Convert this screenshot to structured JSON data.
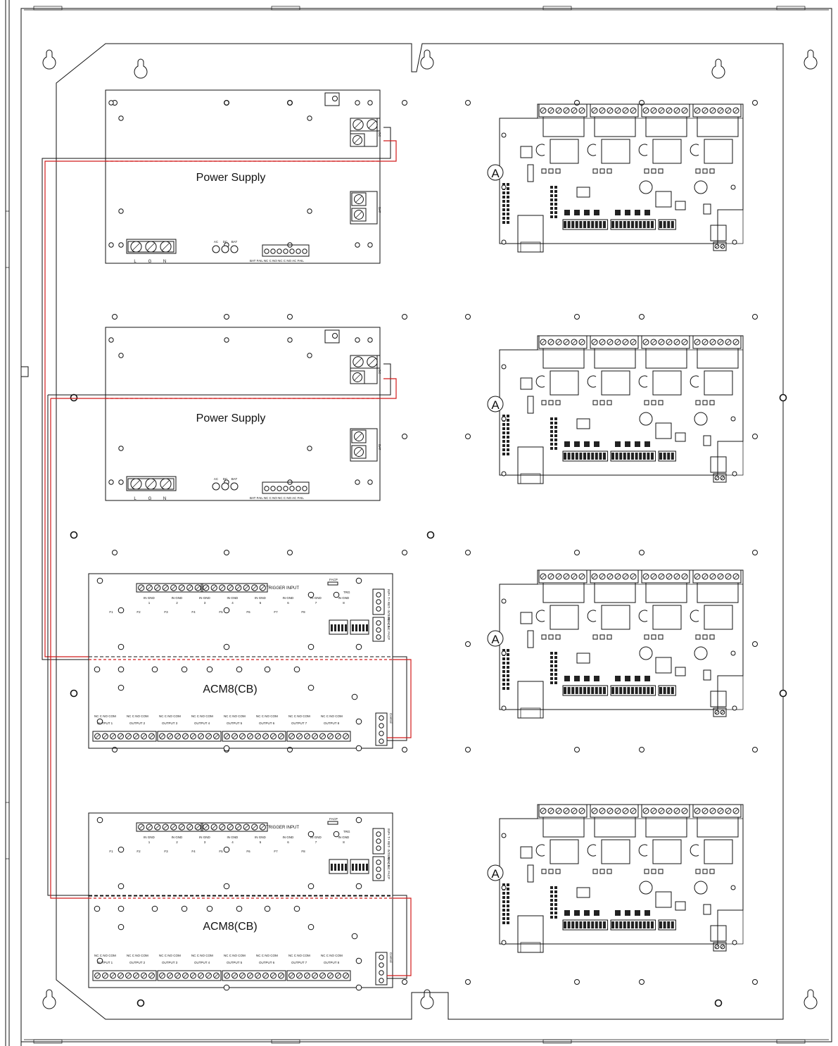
{
  "power_supplies": [
    {
      "title": "Power Supply",
      "ac_terminals": [
        "L",
        "G",
        "N"
      ],
      "leds": [
        "AC",
        "DC",
        "BAT"
      ],
      "relay_labels": [
        "BAT FAIL",
        "NC",
        "C",
        "NO",
        "NC",
        "C",
        "NO",
        "AC FAIL"
      ]
    },
    {
      "title": "Power Supply",
      "ac_terminals": [
        "L",
        "G",
        "N"
      ],
      "leds": [
        "AC",
        "DC",
        "BAT"
      ],
      "relay_labels": [
        "BAT FAIL",
        "NC",
        "C",
        "NO",
        "NC",
        "C",
        "NO",
        "AC FAIL"
      ]
    }
  ],
  "acm_boards": [
    {
      "title": "ACM8(CB)",
      "trigger_label": "TRIGGER INPUT",
      "fuses": [
        "F1",
        "F2",
        "F3",
        "F4",
        "F5",
        "F6",
        "F7",
        "F8"
      ],
      "facp": "FACP",
      "trg": "TRG",
      "input_pins": [
        "IN",
        "GND",
        "IN",
        "GND",
        "IN",
        "GND",
        "IN",
        "GND",
        "IN",
        "GND",
        "IN",
        "GND",
        "IN",
        "GND",
        "IN",
        "GND"
      ],
      "input_numbers": [
        "1",
        "2",
        "3",
        "4",
        "5",
        "6",
        "7",
        "8"
      ],
      "output_pins": "NC C NO COM",
      "outputs": [
        "OUTPUT 1",
        "OUTPUT 2",
        "OUTPUT 3",
        "OUTPUT 4",
        "OUTPUT 5",
        "OUTPUT 6",
        "OUTPUT 7",
        "OUTPUT 8"
      ],
      "side_top": "INP+ T+ RET- INTERFACE",
      "side_mid": "NO C NC FACP",
      "side_bottom": "Control"
    },
    {
      "title": "ACM8(CB)",
      "trigger_label": "TRIGGER INPUT",
      "fuses": [
        "F1",
        "F2",
        "F3",
        "F4",
        "F5",
        "F6",
        "F7",
        "F8"
      ],
      "facp": "FACP",
      "trg": "TRG",
      "input_pins": [
        "IN",
        "GND",
        "IN",
        "GND",
        "IN",
        "GND",
        "IN",
        "GND",
        "IN",
        "GND",
        "IN",
        "GND",
        "IN",
        "GND",
        "IN",
        "GND"
      ],
      "input_numbers": [
        "1",
        "2",
        "3",
        "4",
        "5",
        "6",
        "7",
        "8"
      ],
      "output_pins": "NC C NO COM",
      "outputs": [
        "OUTPUT 1",
        "OUTPUT 2",
        "OUTPUT 3",
        "OUTPUT 4",
        "OUTPUT 5",
        "OUTPUT 6",
        "OUTPUT 7",
        "OUTPUT 8"
      ],
      "side_top": "INP+ T+ RET- INTERFACE",
      "side_mid": "NO C NC FACP",
      "side_bottom": "Control"
    }
  ],
  "controllers": [
    {
      "callout": "A"
    },
    {
      "callout": "A"
    },
    {
      "callout": "A"
    },
    {
      "callout": "A"
    }
  ],
  "colors": {
    "wire_red": "#d11a1a",
    "line": "#111111"
  }
}
